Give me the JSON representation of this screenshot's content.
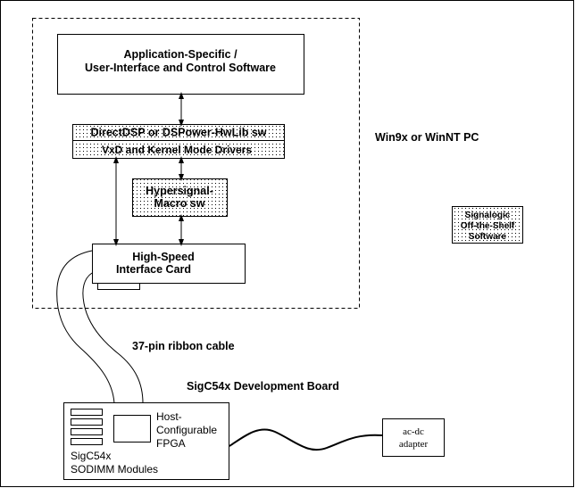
{
  "colors": {
    "line": "#000000",
    "background": "#ffffff",
    "dot_fill": "#000000"
  },
  "app_box": {
    "line1": "Application-Specific /",
    "line2": "User-Interface and Control Software"
  },
  "directdsp_box": {
    "label": "DirectDSP or DSPower-HwLib sw"
  },
  "vxd_box": {
    "label": "VxD and Kernel Mode Drivers"
  },
  "hypersignal_box": {
    "line1": "Hypersignal-",
    "line2": "Macro sw"
  },
  "interface_card": {
    "line1": "High-Speed",
    "line2": "Interface Card"
  },
  "pc_label": "Win9x or WinNT PC",
  "legend_box": {
    "line1": "Signalogic",
    "line2": "Off-the-Shelf",
    "line3": "Software"
  },
  "cable_label": "37-pin ribbon cable",
  "board_label": "SigC54x Development Board",
  "fpga_label": {
    "line1": "Host-",
    "line2": "Configurable",
    "line3": "FPGA"
  },
  "sodimm_label": {
    "line1": "SigC54x",
    "line2": "SODIMM Modules"
  },
  "adapter_box": {
    "line1": "ac-dc",
    "line2": "adapter"
  }
}
